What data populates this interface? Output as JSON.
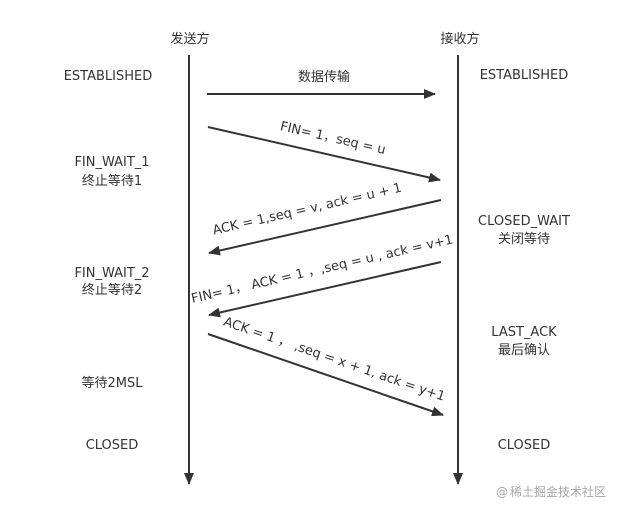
{
  "participants": {
    "sender": "发送方",
    "receiver": "接收方"
  },
  "sender_states": [
    {
      "line1": "ESTABLISHED",
      "line2": ""
    },
    {
      "line1": "FIN_WAIT_1",
      "line2": "终止等待1"
    },
    {
      "line1": "FIN_WAIT_2",
      "line2": "终止等待2"
    },
    {
      "line1": "等待2MSL",
      "line2": ""
    },
    {
      "line1": "CLOSED",
      "line2": ""
    }
  ],
  "receiver_states": [
    {
      "line1": "ESTABLISHED",
      "line2": ""
    },
    {
      "line1": "CLOSED_WAIT",
      "line2": "关闭等待"
    },
    {
      "line1": "LAST_ACK",
      "line2": "最后确认"
    },
    {
      "line1": "CLOSED",
      "line2": ""
    }
  ],
  "messages": [
    {
      "label": "数据传输",
      "from": "sender",
      "to": "receiver"
    },
    {
      "label": "FIN= 1，seq = u",
      "from": "sender",
      "to": "receiver"
    },
    {
      "label": "ACK = 1,seq = v, ack = u + 1",
      "from": "receiver",
      "to": "sender"
    },
    {
      "label": "FIN= 1， ACK = 1 ，,seq = u , ack = v+1",
      "from": "receiver",
      "to": "sender"
    },
    {
      "label": "ACK = 1 ， ,seq = x + 1, ack = y+1",
      "from": "sender",
      "to": "receiver"
    }
  ],
  "watermark": {
    "text": "稀土掘金技术社区",
    "icon": "at-sign-icon"
  },
  "colors": {
    "line": "#333333",
    "text": "#333333",
    "watermark": "#a7a7a7"
  }
}
